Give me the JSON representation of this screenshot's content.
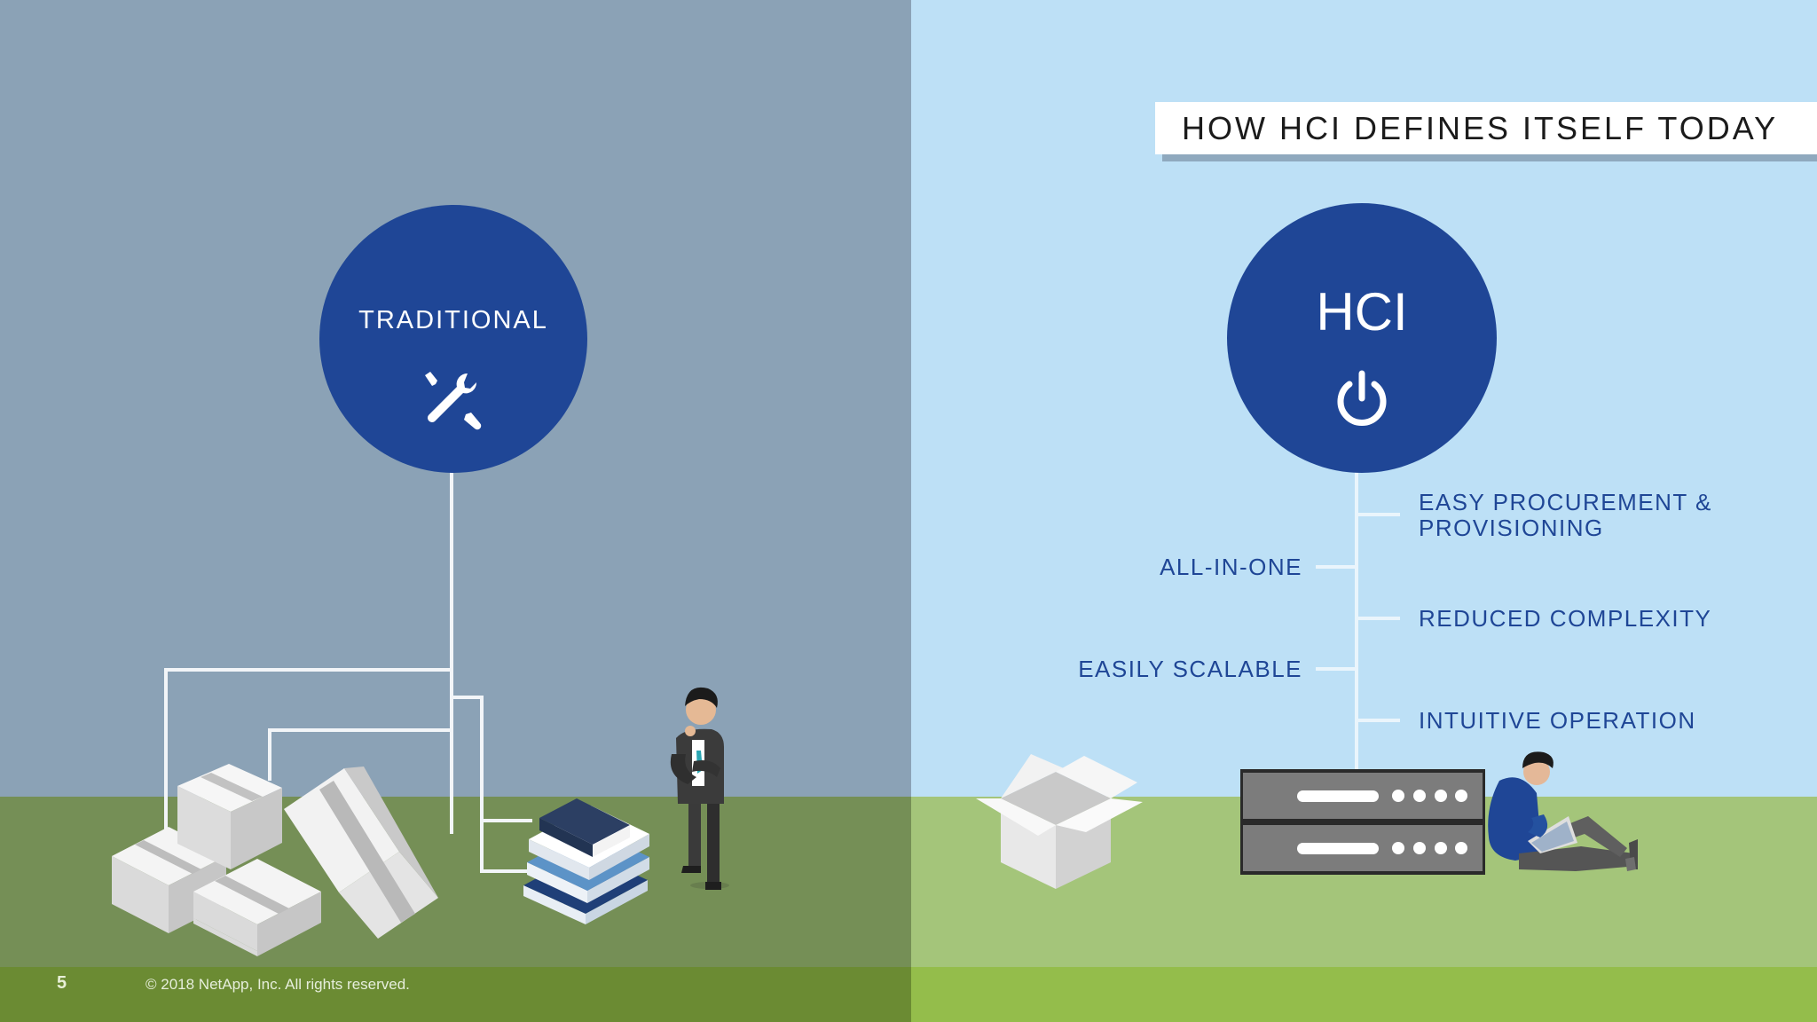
{
  "header": {
    "title": "HOW HCI DEFINES ITSELF TODAY"
  },
  "left_panel": {
    "circle_label": "TRADITIONAL",
    "icon": "tools-icon"
  },
  "right_panel": {
    "circle_label": "HCI",
    "icon": "power-icon",
    "features_left": [
      "ALL-IN-ONE",
      "EASILY SCALABLE"
    ],
    "features_right": [
      {
        "line1": "EASY PROCUREMENT &",
        "line2": "PROVISIONING"
      },
      {
        "line1": "REDUCED COMPLEXITY",
        "line2": ""
      },
      {
        "line1": "INTUITIVE OPERATION",
        "line2": ""
      }
    ]
  },
  "footer": {
    "page_number": "5",
    "copyright": "© 2018 NetApp, Inc. All rights reserved."
  },
  "colors": {
    "left_sky": "#8ba2b6",
    "right_sky": "#bde0f6",
    "left_grass": "#758f56",
    "right_grass": "#a4c57a",
    "left_footer": "#6b8b33",
    "right_footer": "#94bd4b",
    "circle": "#1f4696",
    "feature_text": "#1f4696"
  }
}
